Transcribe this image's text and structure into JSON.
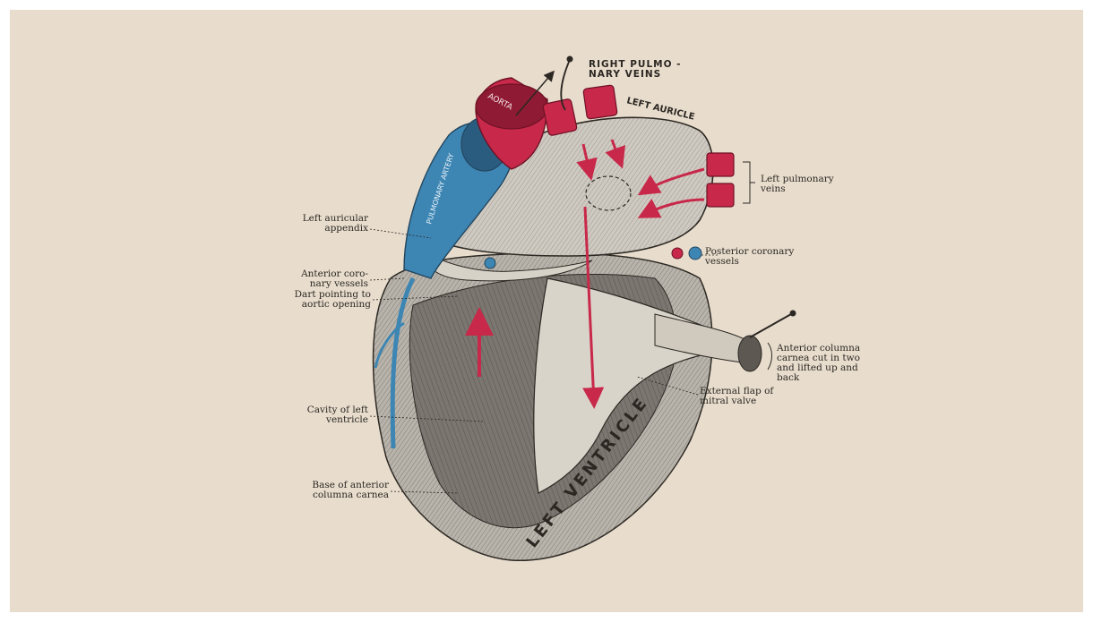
{
  "colors": {
    "paper": "#e8ddcd",
    "ink": "#2b2722",
    "artery_red": "#c8284a",
    "vein_blue": "#3d86b4",
    "muscle_gray": "#9b968e"
  },
  "vessel_labels": {
    "aorta": "AORTA",
    "pulmonary_artery": "PULMONARY ARTERY",
    "left_ventricle": "LEFT VENTRICLE",
    "left_auricle": "LEFT AURICLE"
  },
  "labels": {
    "right_pulmonary_veins": "RIGHT PULMO -\nNARY VEINS",
    "left_pulmonary_veins": "Left pulmonary\nveins",
    "left_auricular_appendix": "Left auricular\nappendix",
    "posterior_coronary_vessels": "Posterior coronary\nvessels",
    "anterior_coronary_vessels": "Anterior coro-\nnary vessels",
    "dart_pointing": "Dart pointing to\naortic opening",
    "anterior_columna_cut": "Anterior columna\ncarnea cut in two\nand lifted up and\nback",
    "external_flap": "External flap of\nmitral valve",
    "cavity_left_ventricle": "Cavity of left\nventricle",
    "base_anterior_columna": "Base of anterior\ncolumna carnea"
  }
}
